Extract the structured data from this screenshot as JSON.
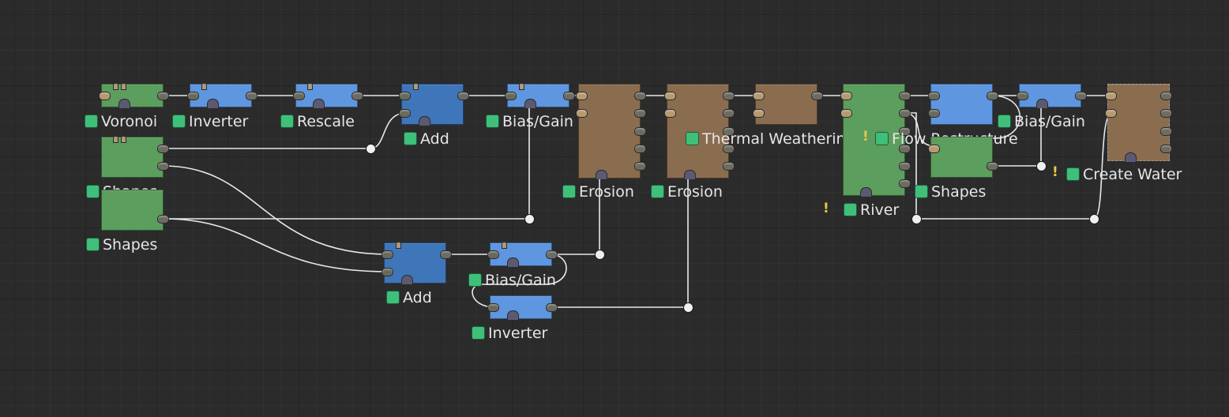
{
  "nodes": {
    "voronoi": "Voronoi",
    "inverter_1": "Inverter",
    "rescale": "Rescale",
    "add_1": "Add",
    "bias_gain_1": "Bias/Gain",
    "shapes_1": "Shapes",
    "shapes_2": "Shapes",
    "erosion_1": "Erosion",
    "erosion_2": "Erosion",
    "thermal_weathering": "Thermal Weathering",
    "river": "River",
    "flow_restructure": "Flow Restructure",
    "shapes_3": "Shapes",
    "bias_gain_2": "Bias/Gain",
    "create_water": "Create Water",
    "add_2": "Add",
    "bias_gain_3": "Bias/Gain",
    "inverter_2": "Inverter"
  },
  "warnings": {
    "river": "!",
    "flow_restructure": "!",
    "create_water": "!"
  },
  "colors": {
    "generator": "#5b9e5d",
    "modifier": "#5e96df",
    "combiner": "#3f76ba",
    "erosion": "#8a6c4f",
    "enabled_check": "#3fbf7a",
    "wire": "#e8e8e8"
  }
}
